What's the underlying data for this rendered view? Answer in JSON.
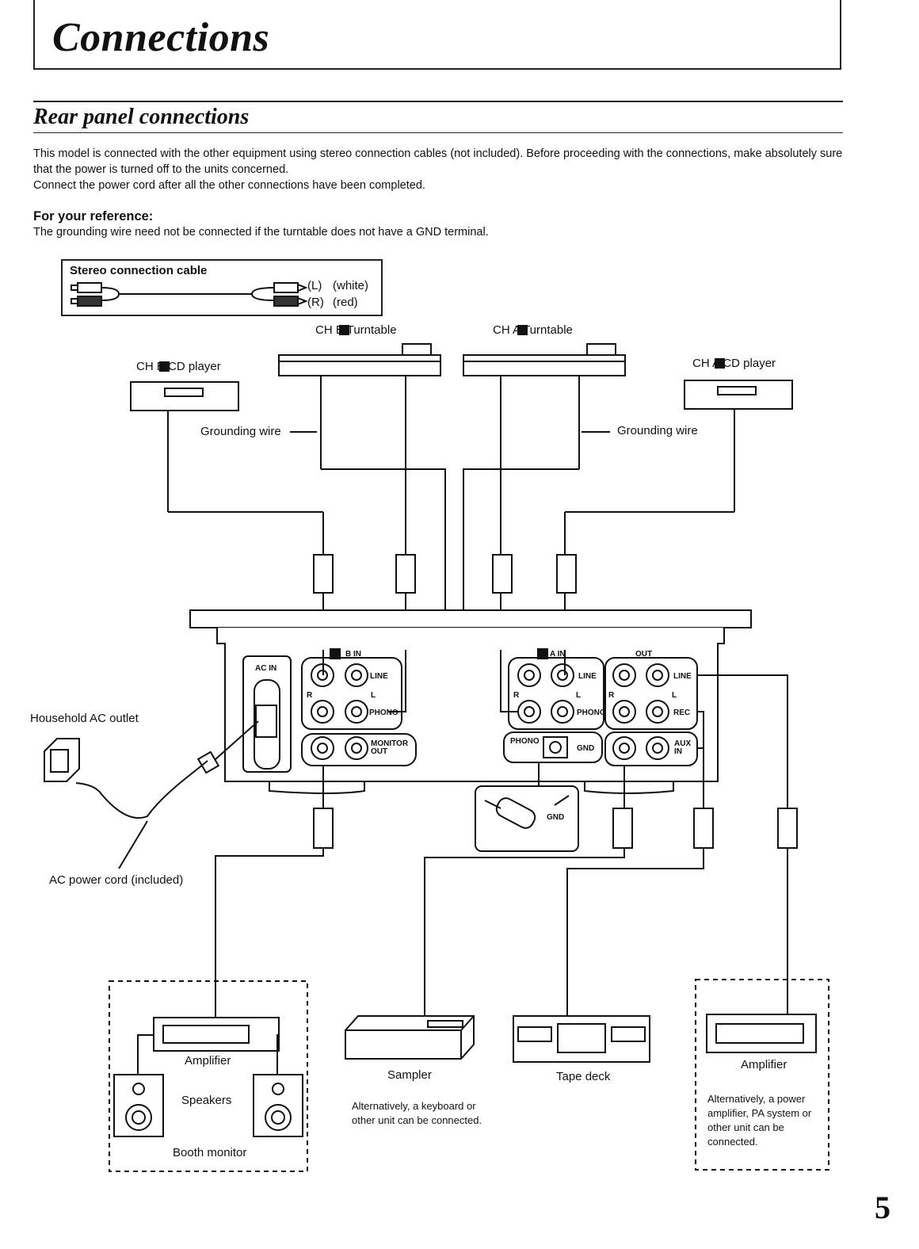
{
  "page": {
    "title": "Connections",
    "section_title": "Rear panel connections",
    "intro_line1": "This model is connected with the other equipment using stereo connection cables (not included). Before proceeding with the connections, make absolutely sure that the power is turned off to the units concerned.",
    "intro_line2": "Connect the power cord after all the other connections have been completed.",
    "reference_heading": "For your reference:",
    "reference_text": "The grounding wire need not be connected if the turntable does not have a GND terminal.",
    "page_number": "5"
  },
  "cable_legend": {
    "title": "Stereo connection cable",
    "left_label": "(L)",
    "left_color": "(white)",
    "right_label": "(R)",
    "right_color": "(red)"
  },
  "devices": {
    "ch_b_turntable": "CH B Turntable",
    "ch_a_turntable": "CH A Turntable",
    "ch_b_cd": "CH B CD player",
    "ch_a_cd": "CH A CD player",
    "grounding_wire_left": "Grounding wire",
    "grounding_wire_right": "Grounding wire",
    "household_outlet": "Household AC outlet",
    "power_cord": "AC power cord (included)",
    "amplifier_left": "Amplifier",
    "speakers": "Speakers",
    "booth_monitor": "Booth monitor",
    "sampler": "Sampler",
    "sampler_note": "Alternatively, a keyboard or other unit can be connected.",
    "tape_deck": "Tape deck",
    "amplifier_right": "Amplifier",
    "amplifier_note": "Alternatively, a power amplifier, PA system or other unit can be connected."
  },
  "panel_labels": {
    "ac_in": "AC IN",
    "b_in": "B IN",
    "a_in": "A IN",
    "out": "OUT",
    "line": "LINE",
    "phono": "PHONO",
    "monitor_out": "MONITOR OUT",
    "gnd": "GND",
    "rec": "REC",
    "aux_in": "AUX IN",
    "r": "R",
    "l": "L",
    "gnd_detail": "GND"
  }
}
